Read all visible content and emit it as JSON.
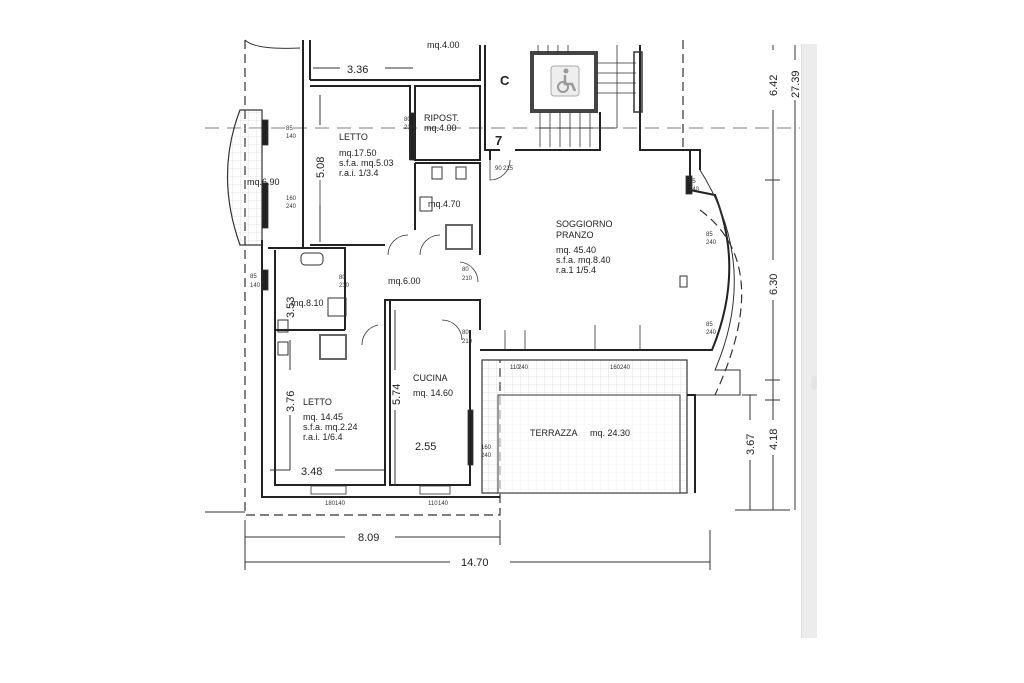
{
  "plan": {
    "block_label": "C",
    "stair_number": "7",
    "accessibility_icon": "wheelchair-icon",
    "rooms": {
      "bedroom1": {
        "name": "LETTO",
        "area": "mq.17.50",
        "sfa": "s.f.a. mq.5.03",
        "rai": "r.a.i. 1/3.4"
      },
      "storage": {
        "name": "RIPOST.",
        "area": "mq.4.00"
      },
      "top_cut_area": "mq.4.00",
      "balcony": {
        "area": "mq.6.90"
      },
      "bath1": {
        "area": "mq.4.70"
      },
      "hall": {
        "area": "mq.6.00"
      },
      "bath2": {
        "area": "mq.8.10"
      },
      "living": {
        "name1": "SOGGIORNO",
        "name2": "PRANZO",
        "area": "mq. 45.40",
        "sfa": "s.f.a. mq.8.40",
        "rai": "r.a.1 1/5.4"
      },
      "bedroom2": {
        "name": "LETTO",
        "area": "mq. 14.45",
        "sfa": "s.f.a. mq.2.24",
        "rai": "r.a.i. 1/6.4"
      },
      "kitchen": {
        "name": "CUCINA",
        "area": "mq. 14.60"
      },
      "terrace": {
        "name": "TERRAZZA",
        "area": "mq. 24.30"
      }
    },
    "dimensions": {
      "top_width": "3.36",
      "bedroom1_height": "5.08",
      "bath2_height": "3.53",
      "bedroom2_height": "3.76",
      "bedroom2_width": "3.48",
      "kitchen_height": "5.74",
      "kitchen_width": "2.55",
      "right_top": "6.42",
      "right_total": "27.39",
      "right_mid": "6.30",
      "right_bottom": "4.18",
      "terrace_depth": "3.67",
      "bottom_partial": "8.09",
      "bottom_total": "14.70"
    },
    "openings": {
      "w85_140": [
        "85",
        "140"
      ],
      "w160_240": [
        "160",
        "240"
      ],
      "d80_210": [
        "80",
        "210"
      ],
      "d90_215": [
        "90",
        "215"
      ],
      "w110_240": [
        "110",
        "240"
      ],
      "w85_240": [
        "85",
        "240"
      ],
      "w180_140": [
        "180",
        "140"
      ],
      "w110_140": [
        "110",
        "140"
      ]
    }
  }
}
